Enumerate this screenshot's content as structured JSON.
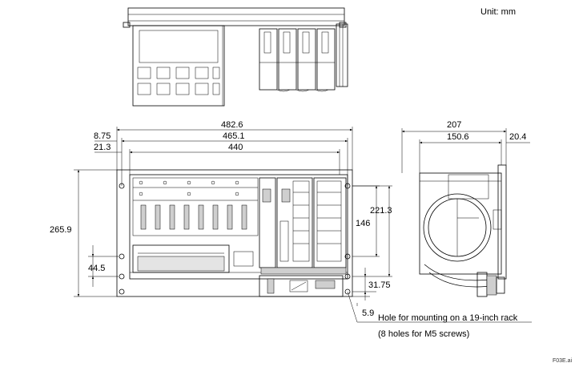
{
  "unit_label": "Unit: mm",
  "dimensions": {
    "overall_width": "482.6",
    "mounting_pitch": "465.1",
    "body_width": "440",
    "left_offset_a": "8.75",
    "left_offset_b": "21.3",
    "overall_height": "265.9",
    "upper_height": "221.3",
    "mid_height": "146",
    "lower_height": "44.5",
    "bottom_offset": "31.75",
    "hole_offset": "5.9",
    "depth_total": "207",
    "depth_body": "150.6",
    "depth_front": "20.4"
  },
  "notes": {
    "hole_line1": "Hole for mounting on a 19-inch rack",
    "hole_line2": "(8 holes for M5 screws)"
  },
  "figure_id": "F03E.ai"
}
